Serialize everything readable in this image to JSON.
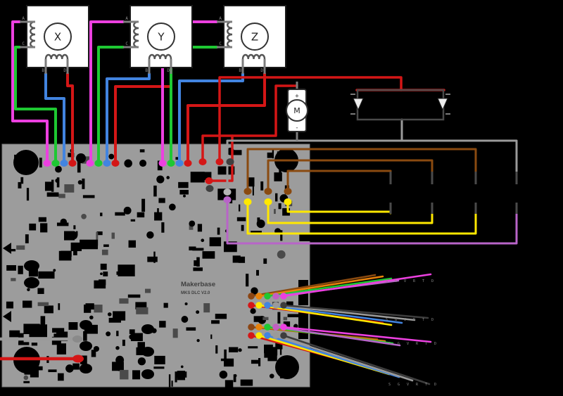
{
  "palette": {
    "bg": "#000000",
    "board_gray": "#9c9c9c",
    "silkscreen": "#000000",
    "motor_fill": "#ffffff",
    "wire_magenta": "#ec40e0",
    "wire_green": "#1ec832",
    "wire_blue": "#4284e0",
    "wire_red": "#d41616",
    "wire_yellow": "#ffe800",
    "wire_brown": "#8a4a10",
    "wire_orange": "#e8820a",
    "wire_violet": "#b864c8",
    "wire_gray": "#9a9a9a",
    "wire_darkgray": "#3d3d3d",
    "wire_lightgray": "#b5b5b5"
  },
  "motors": [
    {
      "label": "X",
      "terminals": {
        "a": "A",
        "c": "C",
        "b": "B",
        "d": "D"
      }
    },
    {
      "label": "Y",
      "terminals": {
        "a": "A",
        "c": "C",
        "b": "B",
        "d": "D"
      }
    },
    {
      "label": "Z",
      "terminals": {
        "a": "A",
        "c": "C",
        "b": "B",
        "d": "D"
      }
    }
  ],
  "spindle": {
    "label": "M",
    "plus": "+",
    "minus": "-"
  },
  "board": {
    "brand_text": "Makerbase",
    "model_text": "MKS DLC V2.0"
  },
  "pin_labels": {
    "row1": "SGVRTD",
    "row2": "SGVRTD",
    "row3": "SGVRTD",
    "row4": "SGVRTD"
  }
}
